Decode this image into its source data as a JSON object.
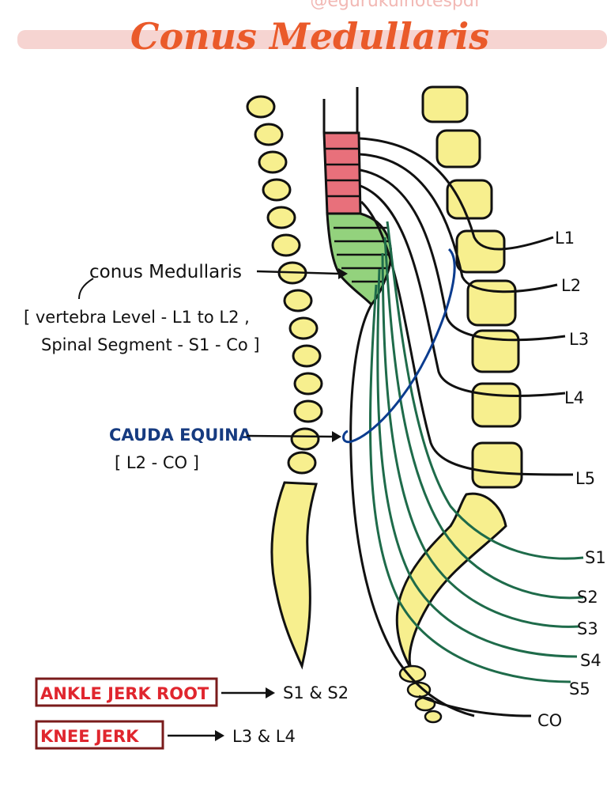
{
  "watermark": "@egurukulnotespdf",
  "title": "Conus Medullaris",
  "colors": {
    "title": "#ea5a2a",
    "title_band": "#f6d4d1",
    "vertebra_fill": "#f7ef8e",
    "cord_red": "#e8707b",
    "cord_green": "#93d27d",
    "nerve_green": "#1e6b4a",
    "cauda_blue": "#0b3c8f",
    "cauda_text": "#163b80",
    "red_label": "#e0262e",
    "ink": "#111111"
  },
  "labels": {
    "conus": "conus Medullaris",
    "conus_detail_1": "[ vertebra Level - L1 to L2 ,",
    "conus_detail_2": "Spinal Segment - S1 - Co ]",
    "cauda": "CAUDA EQUINA",
    "cauda_detail": "[ L2 - CO ]"
  },
  "nerve_roots": {
    "lumbar": [
      "L1",
      "L2",
      "L3",
      "L4",
      "L5"
    ],
    "sacral": [
      "S1",
      "S2",
      "S3",
      "S4",
      "S5"
    ],
    "coccygeal": "CO"
  },
  "reflexes": [
    {
      "name": "ANKLE JERK ROOT",
      "roots": "S1 & S2"
    },
    {
      "name": "KNEE JERK",
      "roots": "L3 & L4"
    }
  ]
}
